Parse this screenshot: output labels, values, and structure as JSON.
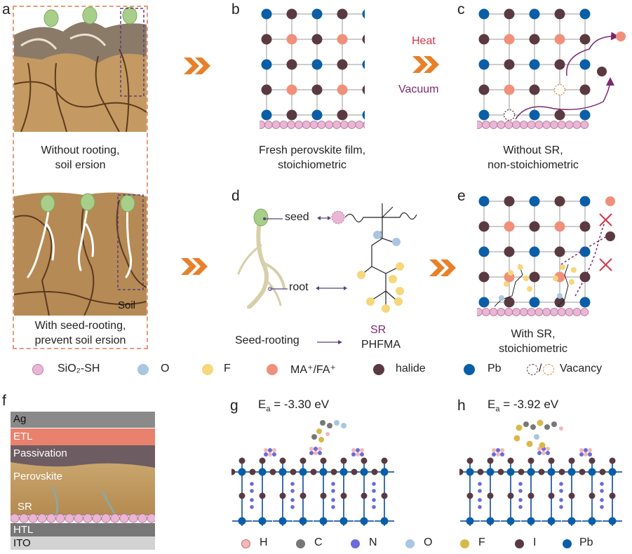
{
  "panel_labels": {
    "a": "a",
    "b": "b",
    "c": "c",
    "d": "d",
    "e": "e",
    "f": "f",
    "g": "g",
    "h": "h"
  },
  "panel_a": {
    "caption_top_1": "Without rooting,",
    "caption_top_2": "soil ersion",
    "caption_bottom_1": "With seed-rooting,",
    "caption_bottom_2": "prevent soil ersion",
    "soil_label": "Soil"
  },
  "panel_b": {
    "caption_1": "Fresh perovskite film,",
    "caption_2": "stoichiometric"
  },
  "arrow_bc": {
    "heat": "Heat",
    "vacuum": "Vacuum"
  },
  "panel_c": {
    "caption_1": "Without SR,",
    "caption_2": "non-stoichiometric"
  },
  "panel_d": {
    "seed": "seed",
    "root": "root",
    "seed_rooting": "Seed-rooting",
    "sr": "SR",
    "phfma": "PHFMA"
  },
  "panel_e": {
    "caption_1": "With SR,",
    "caption_2": "stoichiometric"
  },
  "legend": {
    "sio2": "SiO₂-SH",
    "o": "O",
    "f": "F",
    "ma": "MA⁺/FA⁺",
    "halide": "halide",
    "pb": "Pb",
    "slash": "/",
    "vacancy": "Vacancy"
  },
  "panel_f": {
    "layers": [
      {
        "label": "Ag"
      },
      {
        "label": "ETL"
      },
      {
        "label": "Passivation"
      },
      {
        "label": "Perovskite"
      },
      {
        "label": "SR"
      },
      {
        "label": "HTL"
      },
      {
        "label": "ITO"
      }
    ]
  },
  "panel_g": {
    "ea_prefix": "E",
    "ea_sub": "a",
    "ea_value": " = -3.30 eV"
  },
  "panel_h": {
    "ea_prefix": "E",
    "ea_sub": "a",
    "ea_value": " = -3.92 eV"
  },
  "atom_legend": {
    "h": "H",
    "c": "C",
    "n": "N",
    "o": "O",
    "f": "F",
    "i": "I",
    "pb": "Pb"
  },
  "colors": {
    "pb": "#0a5ea8",
    "halide": "#5a3a40",
    "ma": "#f0907a",
    "sio2": "#e9b6d4",
    "o": "#a9c6e2",
    "f": "#f6d77a",
    "arrow": "#e8802a",
    "purple": "#7a2a6e",
    "heat": "#d6334a",
    "soil": "#b58a55"
  }
}
